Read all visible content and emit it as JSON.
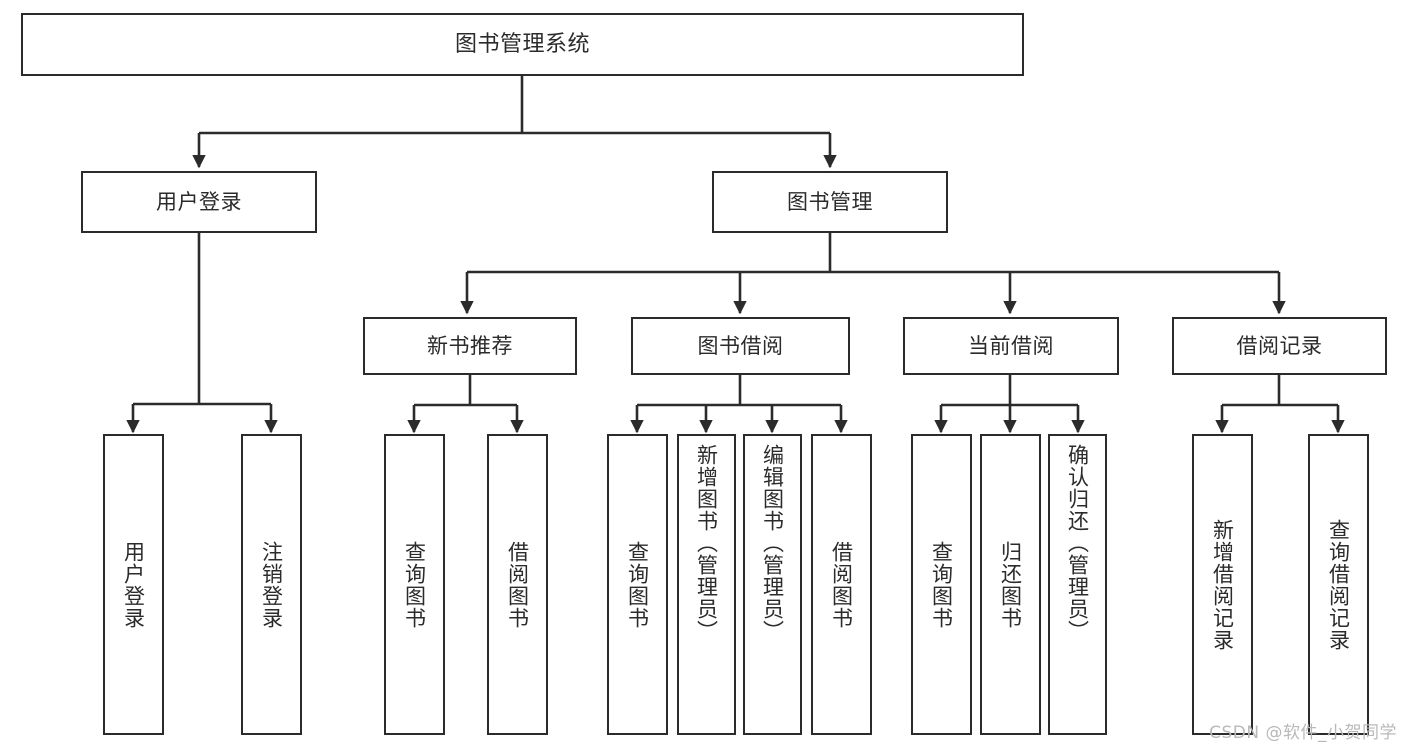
{
  "diagram": {
    "title": "图书管理系统",
    "type": "tree-hierarchy",
    "watermark": "CSDN @软件_小贺同学",
    "colors": {
      "stroke": "#2b2b2b",
      "fill": "#ffffff",
      "text": "#2b2b2b",
      "watermark": "#b9b9b9"
    },
    "levels": {
      "root": "图书管理系统",
      "level2": [
        "用户登录",
        "图书管理"
      ],
      "level3": [
        "新书推荐",
        "图书借阅",
        "当前借阅",
        "借阅记录"
      ],
      "level4_groups": [
        {
          "parent": "用户登录",
          "children": [
            "用户登录",
            "注销登录"
          ]
        },
        {
          "parent": "新书推荐",
          "children": [
            "查询图书",
            "借阅图书"
          ]
        },
        {
          "parent": "图书借阅",
          "children": [
            "查询图书",
            "新增图书（管理员）",
            "编辑图书（管理员）",
            "借阅图书"
          ]
        },
        {
          "parent": "当前借阅",
          "children": [
            "查询图书",
            "归还图书",
            "确认归还（管理员）"
          ]
        },
        {
          "parent": "借阅记录",
          "children": [
            "新增借阅记录",
            "查询借阅记录"
          ]
        }
      ]
    },
    "nodes": {
      "root": "图书管理系统",
      "user_login": "用户登录",
      "book_manage": "图书管理",
      "new_book_rec": "新书推荐",
      "book_borrow": "图书借阅",
      "current_borrow": "当前借阅",
      "borrow_record": "借阅记录",
      "leaf_user_login": "用户登录",
      "leaf_logout": "注销登录",
      "leaf_query_book_a": "查询图书",
      "leaf_borrow_book_a": "借阅图书",
      "leaf_query_book_b": "查询图书",
      "leaf_add_book": "新增图书（管理员）",
      "leaf_edit_book": "编辑图书（管理员）",
      "leaf_borrow_book_b": "借阅图书",
      "leaf_query_book_c": "查询图书",
      "leaf_return_book": "归还图书",
      "leaf_confirm_return": "确认归还（管理员）",
      "leaf_add_record": "新增借阅记录",
      "leaf_query_record": "查询借阅记录"
    }
  }
}
